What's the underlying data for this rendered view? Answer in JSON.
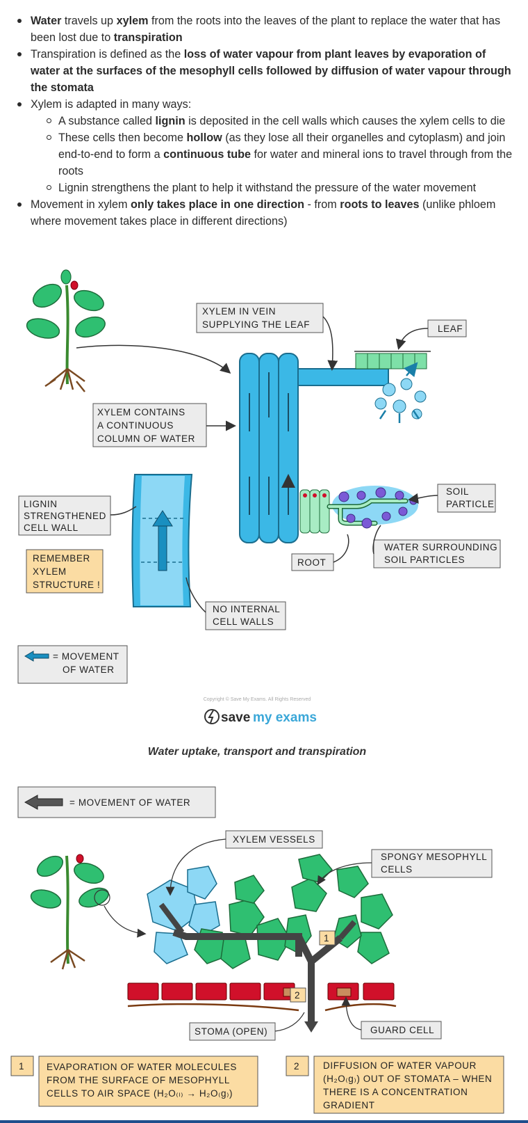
{
  "notes": {
    "p1": {
      "a": "Water",
      "b": " travels up ",
      "c": "xylem",
      "d": " from the roots into the leaves of the plant to replace the water that has been lost due to ",
      "e": "transpiration"
    },
    "p2": {
      "a": "Transpiration is defined as the ",
      "b": "loss of water vapour from plant leaves by evaporation of water at the surfaces of the mesophyll cells followed by diffusion of water vapour through the stomata"
    },
    "p3": {
      "a": "Xylem is adapted in many ways:"
    },
    "s1": {
      "a": "A substance called ",
      "b": "lignin",
      "c": " is deposited in the cell walls which causes the xylem cells to die"
    },
    "s2": {
      "a": "These cells then become ",
      "b": "hollow",
      "c": " (as they lose all their organelles and cytoplasm) and join end-to-end to form a ",
      "d": "continuous tube",
      "e": " for water and mineral ions to travel through from the roots"
    },
    "s3": {
      "a": "Lignin strengthens the plant to help it withstand the pressure of the water movement"
    },
    "p4": {
      "a": "Movement in xylem ",
      "b": "only takes place in one direction",
      "c": " - from ",
      "d": "roots to leaves",
      "e": " (unlike phloem where movement takes place in different directions)"
    }
  },
  "figure1": {
    "labels": {
      "xylem_in_vein_1": "XYLEM  IN  VEIN",
      "xylem_in_vein_2": "SUPPLYING  THE  LEAF",
      "leaf": "LEAF",
      "contains_1": "XYLEM  CONTAINS",
      "contains_2": "A  CONTINUOUS",
      "contains_3": "COLUMN  OF  WATER",
      "lignin_1": "LIGNIN",
      "lignin_2": "STRENGTHENED",
      "lignin_3": "CELL  WALL",
      "remember_1": "REMEMBER",
      "remember_2": "XYLEM",
      "remember_3": "STRUCTURE !",
      "soil_1": "SOIL",
      "soil_2": "PARTICLE",
      "water_soil_1": "WATER  SURROUNDING",
      "water_soil_2": "SOIL  PARTICLES",
      "root": "ROOT",
      "no_walls_1": "NO  INTERNAL",
      "no_walls_2": "CELL  WALLS",
      "legend_1": "= MOVEMENT",
      "legend_2": "OF  WATER"
    },
    "copyright": "Copyright © Save My Exams. All Rights Reserved",
    "brand_a": "save",
    "brand_b": "my exams"
  },
  "caption": "Water uptake, transport and transpiration",
  "figure2": {
    "legend": "=  MOVEMENT  OF  WATER",
    "xylem_vessels": "XYLEM  VESSELS",
    "spongy_1": "SPONGY  MESOPHYLL",
    "spongy_2": "CELLS",
    "stoma": "STOMA  (OPEN)",
    "guard_cell": "GUARD  CELL",
    "marker_1": "1",
    "marker_2": "2",
    "box1_num": "1",
    "box1_l1": "EVAPORATION  OF  WATER  MOLECULES",
    "box1_l2": "FROM  THE  SURFACE  OF  MESOPHYLL",
    "box1_l3": "CELLS  TO  AIR SPACE  (H₂O₍ₗ₎ → H₂O₍g₎)",
    "box2_num": "2",
    "box2_l1": "DIFFUSION  OF  WATER  VAPOUR",
    "box2_l2": "(H₂O₍g₎)  OUT  OF  STOMATA – WHEN",
    "box2_l3": "THERE  IS  A  CONCENTRATION",
    "box2_l4": "GRADIENT"
  },
  "colors": {
    "xylem_blue": "#3bb8e6",
    "leaf_green": "#2fbf71",
    "guard_red": "#d0102a",
    "label_bg": "#ececec",
    "note_bg": "#fbdca3"
  }
}
